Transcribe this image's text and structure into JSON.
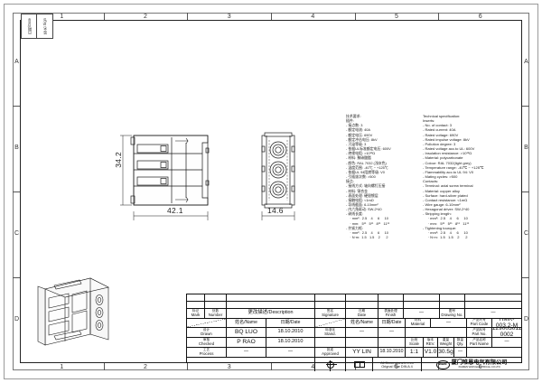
{
  "sheet": {
    "zones_top": [
      "1",
      "2",
      "3",
      "4",
      "5",
      "6"
    ],
    "zones_bottom": [
      "1",
      "2",
      "3",
      "4",
      "5",
      "6"
    ],
    "zones_left": [
      "A",
      "B",
      "C",
      "D"
    ],
    "zones_right": [
      "A",
      "B",
      "C",
      "D"
    ]
  },
  "stamp": {
    "cell1": "日期/Date",
    "cell2": "签名 Sign"
  },
  "dimensions": {
    "width": "42.1",
    "height": "34.2",
    "depth": "14.6"
  },
  "cn_spec": {
    "title": "技术要求:",
    "lines": [
      "插件:",
      "- 接点数: 3",
      "- 额定电流: 40A",
      "- 额定电压: 690V",
      "- 额定冲击电压: 8kV",
      "- 污染等级: 3",
      "- 依据UL标准额定电压: 600V",
      "- 绝缘电阻: >10¹²Ω",
      "- 材料: 聚碳酸酯",
      "- 颜色: RAL 7032 (浅灰色)",
      "- 温度范围: -40℃ ~ +125℃",
      "- 依据UL 94阻燃等级: V0",
      "- 引插拔次数: >500",
      "接点:",
      "- 接线方式: 轴向螺钉压接",
      "- 材料: 铜合金",
      "- 表面处理: 硬银镀层",
      "- 接触电阻: <1mΩ",
      "- 导线截面: 6-10mm²",
      "- 内六角驱动: SW-2*40",
      "- 剥线长度:",
      "    · mm²:  2.5    4     6     10",
      "    · mm:   5¹¹   5¹¹   8¹¹   11¹¹",
      "- 拧紧力矩:",
      "    · mm²:  2.5    4     6     10",
      "    · N·m:  1.5   1.5    2      2"
    ]
  },
  "en_spec": {
    "title": "Technical specification:",
    "lines": [
      "Inserts:",
      "- No. of contact: 3",
      "- Rated current: 40A",
      "- Rated voltage: 690V",
      "- Rated impulse voltage: 8kV",
      "- Pollution degree: 3",
      "- Rated voltage acc.to UL: 600V",
      "- Insulation resistance: >10¹²Ω",
      "- Material: polycarbonate",
      "- Colour: RAL 7032(light grey)",
      "- Temperature range: -40℃ ~ +125℃",
      "- Flammability acc.to UL 94: V0",
      "- Mating cycles: >500",
      "Contacts:",
      "- Terminal: axial screw terminal",
      "- Material: copper alloy",
      "- Surface: hard-silver plated",
      "- Contact resistance: <1mΩ",
      "- Wire gauge: 6-10mm²",
      "- Hexagonal driver: SW-2*40",
      "- Stripping length:",
      "     · mm²:  2.5    4     6     10",
      "     · mm:   5¹¹   5¹¹   8¹¹   11¹¹",
      "- Tightening tourque:",
      "     · mm²:  2.5    4     6     10",
      "     · N·m:  1.5   1.5    2      2"
    ]
  },
  "title_block": {
    "headers": {
      "mark_cn": "标记",
      "mark_en": "Mark",
      "number_cn": "处数",
      "number_en": "Number",
      "description": "更改描述/Description",
      "signature_cn": "签名",
      "signature_en": "Signature",
      "date_cn": "日期",
      "date_en": "Date",
      "name_date_left": "姓名/Name",
      "date_left": "日期/Date",
      "name_date_right": "姓名/Name",
      "date_right": "日期/Date"
    },
    "rows": [
      {
        "role_cn": "设计",
        "role_en": "Drawn",
        "name": "BQ LUO",
        "date": "18.10.2010",
        "role2_cn": "标准化",
        "role2_en": "Stand.",
        "name2": "—",
        "date2": "—"
      },
      {
        "role_cn": "审核",
        "role_en": "Checked",
        "name": "P RAO",
        "date": "18.10.2010",
        "role2_cn": "",
        "role2_en": "",
        "name2": "",
        "date2": ""
      },
      {
        "role_cn": "工艺",
        "role_en": "Process",
        "name": "—",
        "date": "—",
        "role2_cn": "批准",
        "role2_en": "Approved",
        "name2": "YY LIN",
        "date2": "18.10.2010"
      }
    ],
    "finish_cn": "表面处理",
    "finish_en": "Finish",
    "finish_value": "—",
    "material_cn": "材料",
    "material_en": "Material",
    "material_value": "—",
    "scale_cn": "比例",
    "scale_en": "Scale",
    "scale_value": "1:1",
    "rev_cn": "版本",
    "rev_en": "REV.",
    "rev_value": "V1.0",
    "weight_cn": "重量",
    "weight_en": "Weight",
    "weight_value": "30.5g",
    "qty_cn": "数量",
    "qty_en": "Qty.",
    "qty_value": "—",
    "drawing_no_cn": "图号",
    "drawing_no_en": "Drawing No.",
    "drawing_no_value": "—",
    "part_code_cn": "产品代号",
    "part_code_en": "Part Code",
    "part_code_value": "HMK-003.2-M",
    "part_no_cn": "产品料号",
    "part_no_en": "Part No.",
    "part_no_value": "129003011 0002",
    "part_name_cn": "产品名称",
    "part_name_en": "Part Name",
    "part_name_value": "—",
    "note_line1": "All Dimensions in mm",
    "note_line2": "Orignal Size DIN A 4",
    "company_cn": "厦门唯恩电气有限公司",
    "company_en": "XIAMEN WAIN ELECTRICAL CO.LTD",
    "logo_text": "WAIN"
  },
  "colors": {
    "line": "#1a1a1a",
    "frame": "#777777",
    "paper": "#ffffff"
  }
}
